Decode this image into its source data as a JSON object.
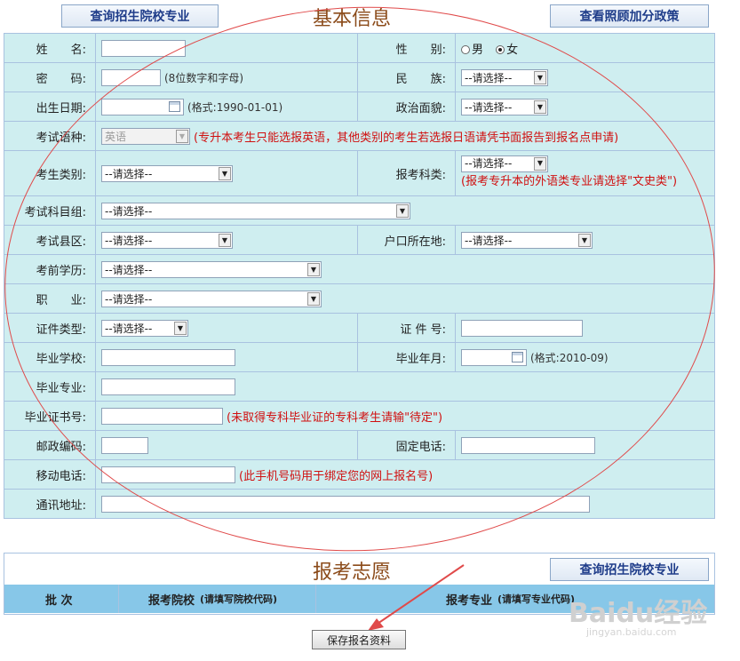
{
  "top_buttons": {
    "left": "查询招生院校专业",
    "right": "查看照顾加分政策"
  },
  "section1_title": "基本信息",
  "form": {
    "name_label": "姓　　名:",
    "gender_label": "性　　别:",
    "gender_male": "男",
    "gender_female": "女",
    "gender_selected": "女",
    "password_label": "密　　码:",
    "password_hint": "(8位数字和字母)",
    "ethnicity_label": "民　　族:",
    "ethnicity_value": "--请选择--",
    "birthdate_label": "出生日期:",
    "birthdate_hint": "(格式:1990-01-01)",
    "political_label": "政治面貌:",
    "political_value": "--请选择--",
    "language_label": "考试语种:",
    "language_value": "英语",
    "language_note": "(专升本考生只能选报英语，其他类别的考生若选报日语请凭书面报告到报名点申请)",
    "category_label": "考生类别:",
    "category_value": "--请选择--",
    "subject_label": "报考科类:",
    "subject_value": "--请选择--",
    "subject_note": "(报考专升本的外语类专业请选择\"文史类\")",
    "group_label": "考试科目组:",
    "group_value": "--请选择--",
    "county_label": "考试县区:",
    "county_value": "--请选择--",
    "hukou_label": "户口所在地:",
    "hukou_value": "--请选择--",
    "education_label": "考前学历:",
    "education_value": "--请选择--",
    "job_label": "职　　业:",
    "job_value": "--请选择--",
    "idtype_label": "证件类型:",
    "idtype_value": "--请选择--",
    "idno_label": "证 件 号:",
    "school_label": "毕业学校:",
    "gradmonth_label": "毕业年月:",
    "gradmonth_hint": "(格式:2010-09)",
    "major_label": "毕业专业:",
    "cert_label": "毕业证书号:",
    "cert_note": "(未取得专科毕业证的专科考生请输\"待定\")",
    "zip_label": "邮政编码:",
    "phone_label": "固定电话:",
    "mobile_label": "移动电话:",
    "mobile_note": "(此手机号码用于绑定您的网上报名号)",
    "address_label": "通讯地址:"
  },
  "section2_title": "报考志愿",
  "section2_button": "查询招生院校专业",
  "wish_table": {
    "col1": "批 次",
    "col2": "报考院校",
    "col2_note": "(请填写院校代码)",
    "col3": "报考专业",
    "col3_note": "(请填写专业代码)"
  },
  "save_button": "保存报名资料",
  "watermark": "Baidu经验",
  "watermark_url": "jingyan.baidu.com",
  "colors": {
    "form_bg": "#cfeef0",
    "header_bg": "#87c7e8",
    "note_red": "#d01010",
    "title_brown": "#8b4b1a",
    "annotation_red": "#e04a4a"
  }
}
